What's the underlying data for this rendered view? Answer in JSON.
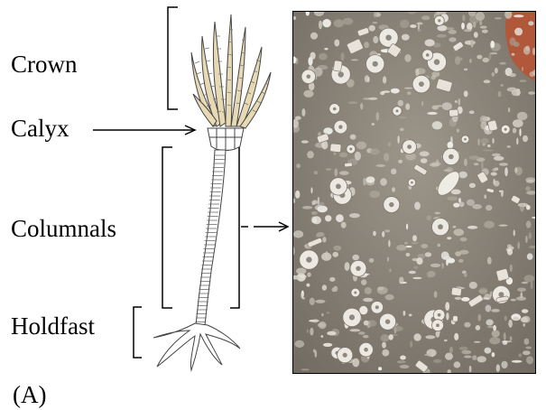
{
  "labels": {
    "crown": "Crown",
    "calyx": "Calyx",
    "columnals": "Columnals",
    "holdfast": "Holdfast",
    "panel": "(A)"
  },
  "colors": {
    "arm_fill": "#e6d9b4",
    "calyx_fill": "#ffffff",
    "photo_base": "#8d857a",
    "photo_fossil": "#e4e1da",
    "photo_rock": "#b1583a"
  },
  "photo": {
    "subject": "crinoid columnal fossils in rock"
  }
}
